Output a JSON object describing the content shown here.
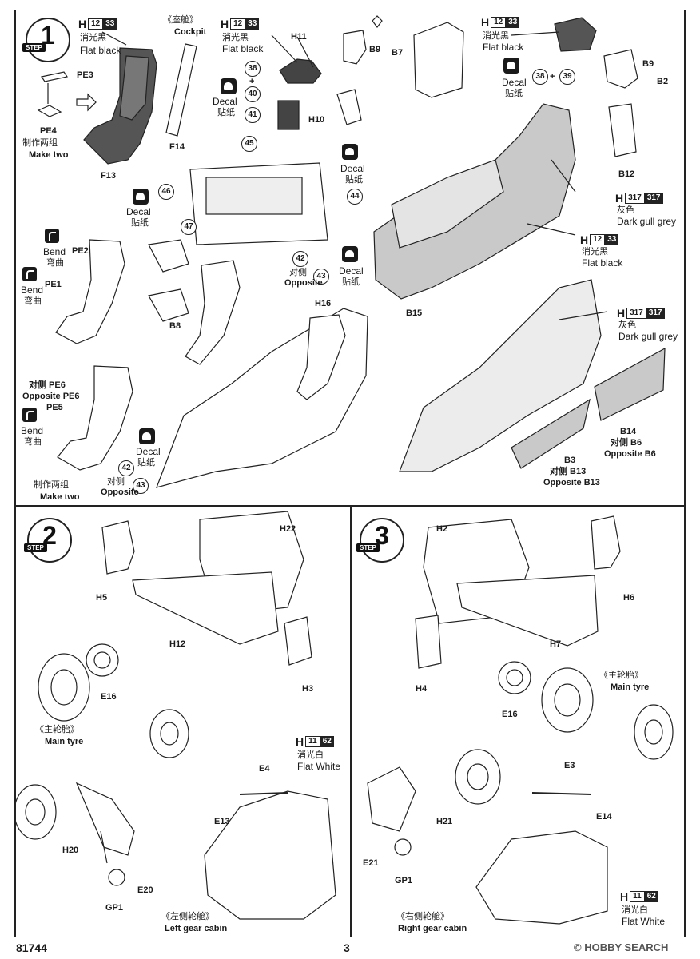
{
  "steps": [
    {
      "number": "1",
      "tag": "STEP"
    },
    {
      "number": "2",
      "tag": "STEP"
    },
    {
      "number": "3",
      "tag": "STEP"
    }
  ],
  "paint": {
    "flat_black": {
      "h": "H",
      "code1": "12",
      "code2": "33",
      "cn": "消光黑",
      "en": "Flat black"
    },
    "dark_gull_grey": {
      "h": "H",
      "code1": "317",
      "code2": "317",
      "cn": "灰色",
      "en": "Dark gull grey"
    },
    "flat_white": {
      "h": "H",
      "code1": "11",
      "code2": "62",
      "cn": "消光白",
      "en": "Flat White"
    }
  },
  "cockpit": {
    "cn": "《座舱》",
    "en": "Cockpit"
  },
  "decal": {
    "en": "Decal",
    "cn": "贴纸"
  },
  "bend": {
    "en": "Bend",
    "cn": "弯曲"
  },
  "make_two": {
    "cn": "制作两组",
    "en": "Make two"
  },
  "opposite": {
    "cn": "对侧",
    "en": "Opposite"
  },
  "circled": [
    "38",
    "40",
    "41",
    "45",
    "46",
    "44",
    "47",
    "42",
    "43",
    "39"
  ],
  "plus": "+",
  "parts1": {
    "PE3": "PE3",
    "PE4": "PE4",
    "F13": "F13",
    "F14": "F14",
    "H11": "H11",
    "H10": "H10",
    "B9": "B9",
    "B7": "B7",
    "B2": "B2",
    "B12": "B12",
    "B15": "B15",
    "PE2": "PE2",
    "PE1": "PE1",
    "B8": "B8",
    "H16": "H16",
    "PE6": "对侧 PE6",
    "PE6en": "Opposite PE6",
    "PE5": "PE5",
    "B14": "B14",
    "B6cn": "对侧 B6",
    "B6en": "Opposite B6",
    "B3": "B3",
    "B13cn": "对侧 B13",
    "B13en": "Opposite B13"
  },
  "parts2": {
    "H22": "H22",
    "H5": "H5",
    "H12": "H12",
    "H3": "H3",
    "E16": "E16",
    "E4": "E4",
    "E13": "E13",
    "H20": "H20",
    "E20": "E20",
    "GP1": "GP1"
  },
  "parts3": {
    "H2": "H2",
    "H6": "H6",
    "H7": "H7",
    "H4": "H4",
    "E16": "E16",
    "E3": "E3",
    "E14": "E14",
    "H21": "H21",
    "E21": "E21",
    "GP1": "GP1"
  },
  "main_tyre": {
    "cn": "《主轮胎》",
    "en": "Main tyre"
  },
  "left_gear": {
    "cn": "《左侧轮舱》",
    "en": "Left gear cabin"
  },
  "right_gear": {
    "cn": "《右侧轮舱》",
    "en": "Right gear cabin"
  },
  "footer": {
    "code": "81744",
    "page": "3",
    "watermark": "© HOBBY SEARCH"
  }
}
